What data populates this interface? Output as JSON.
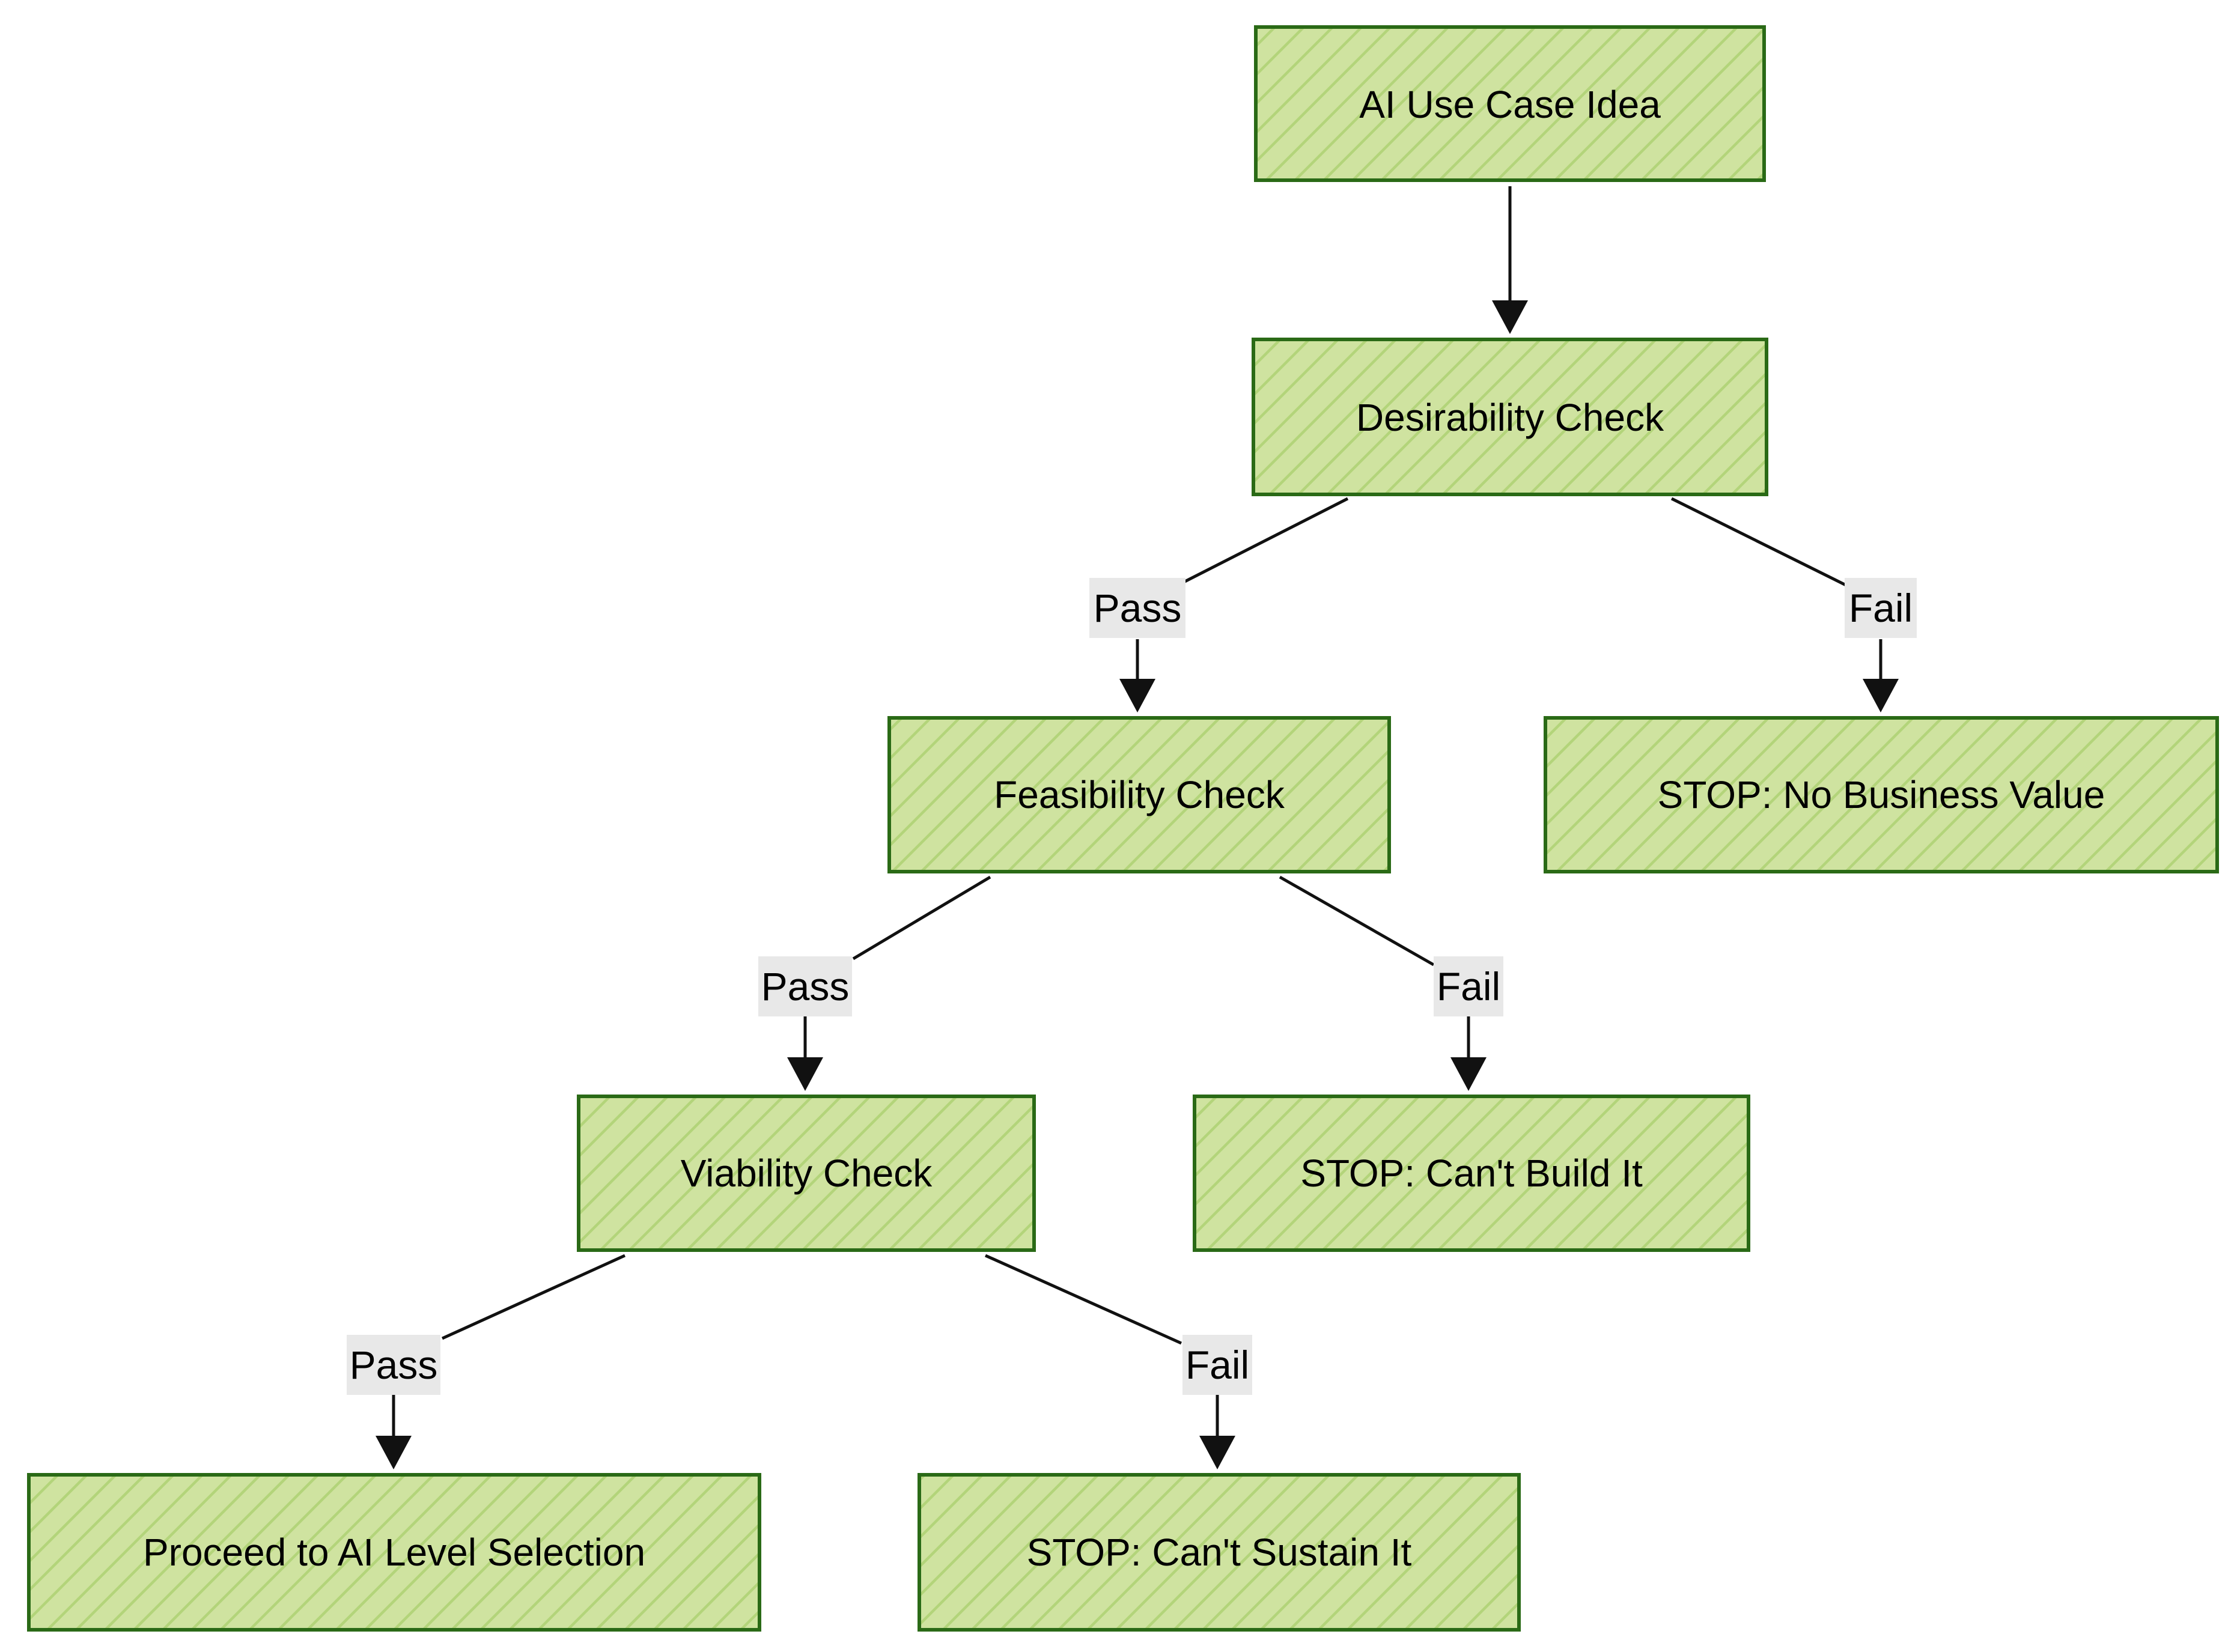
{
  "colors": {
    "node_fill": "#cfe3a0",
    "node_stroke": "#2a6a16",
    "hatch": "#b3d47a",
    "edge": "#111111",
    "label_bg": "#e8e8e8"
  },
  "nodes": {
    "idea": "AI Use Case Idea",
    "desirability": "Desirability Check",
    "feasibility": "Feasibility Check",
    "stop_value": "STOP: No Business Value",
    "viability": "Viability Check",
    "stop_build": "STOP: Can't Build It",
    "proceed": "Proceed to AI Level Selection",
    "stop_sustain": "STOP: Can't Sustain It"
  },
  "edges": {
    "desirability_pass": "Pass",
    "desirability_fail": "Fail",
    "feasibility_pass": "Pass",
    "feasibility_fail": "Fail",
    "viability_pass": "Pass",
    "viability_fail": "Fail"
  }
}
